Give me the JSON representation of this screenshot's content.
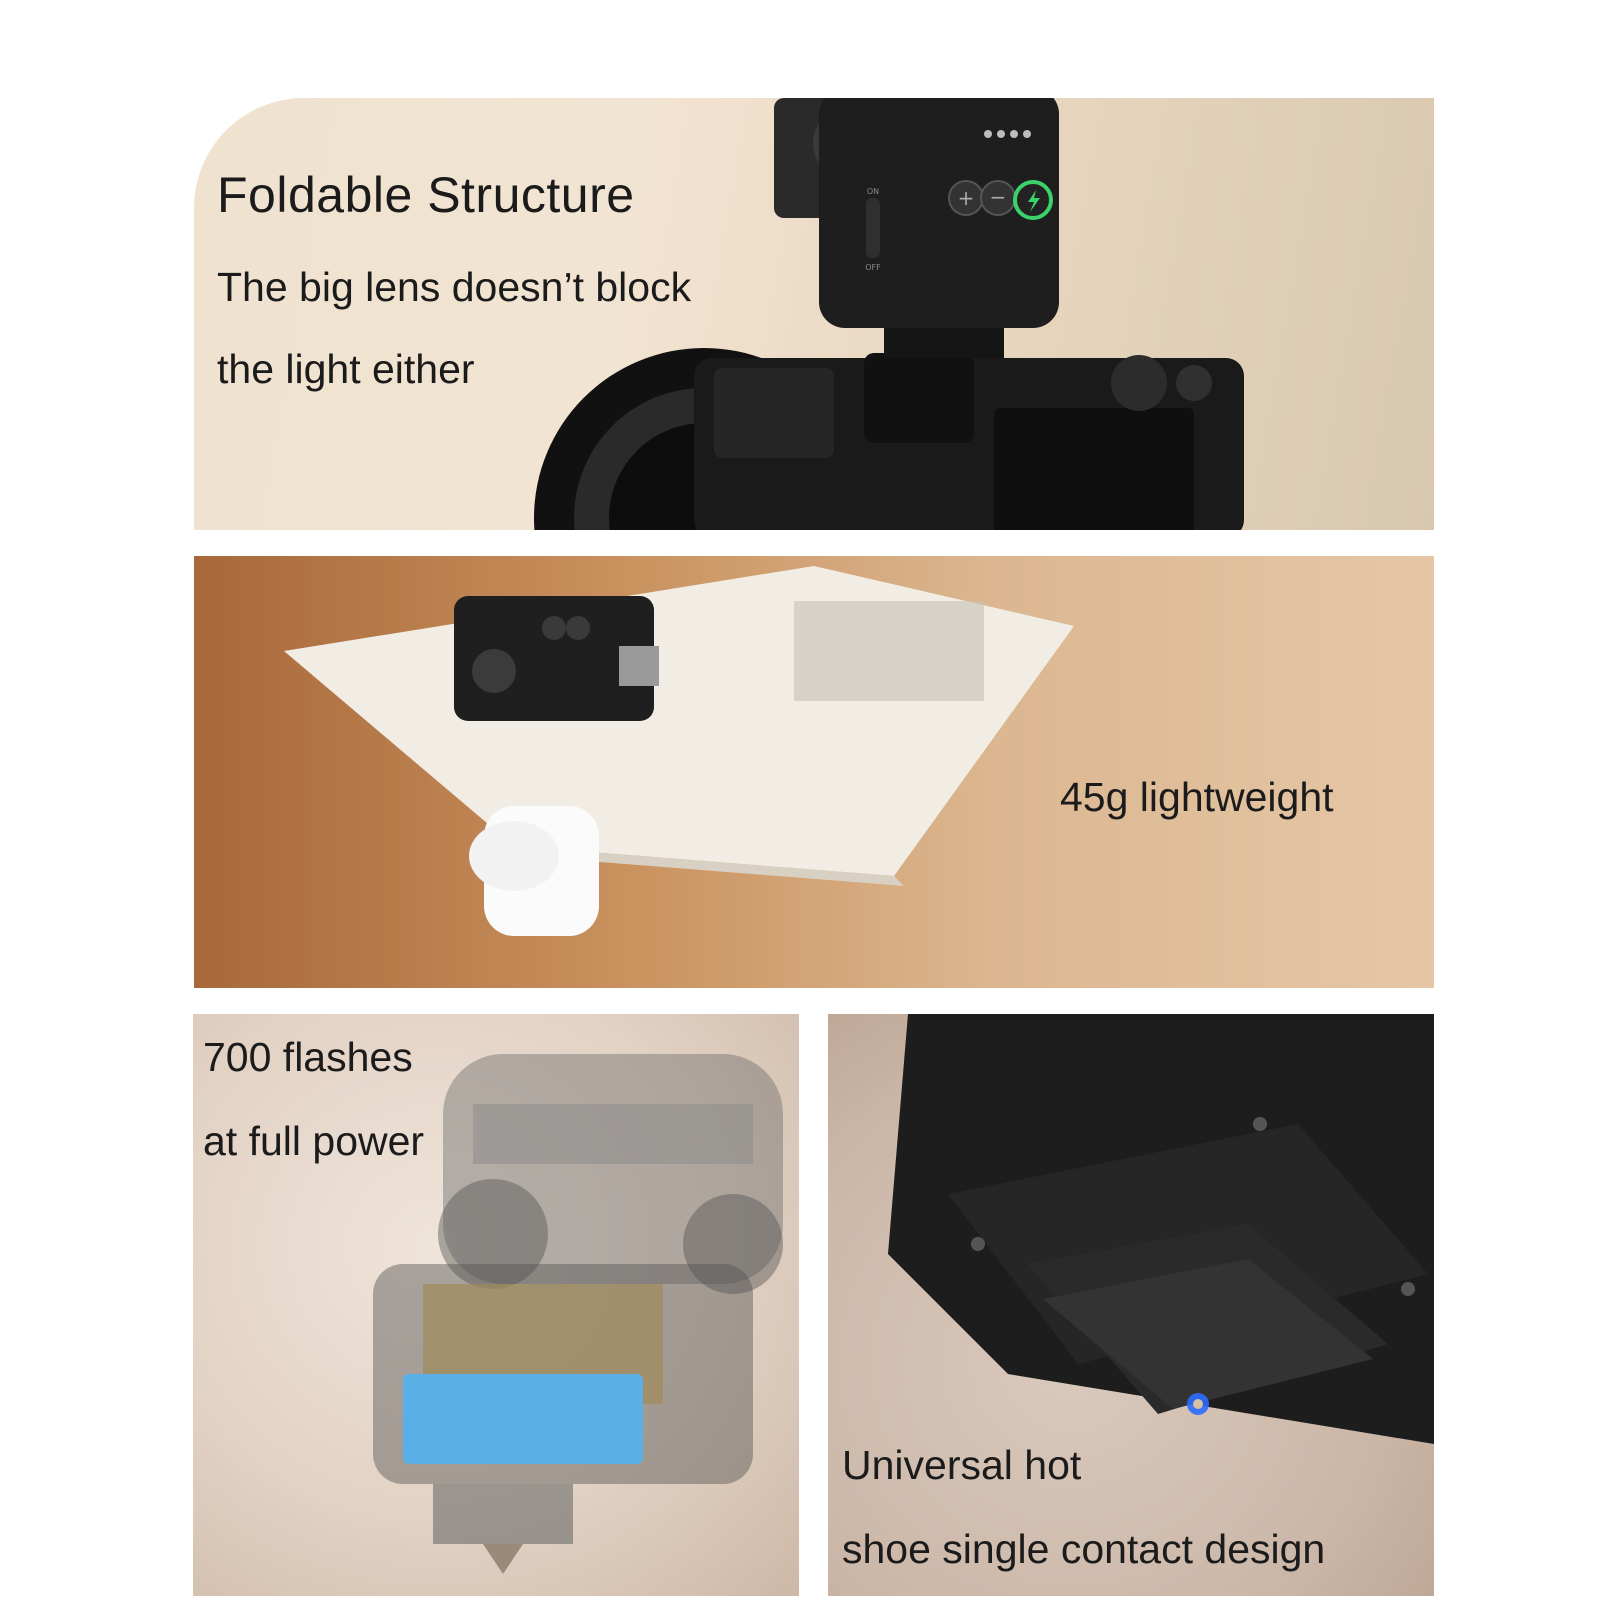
{
  "panel1": {
    "title": "Foldable Structure",
    "line1": "The big lens doesn’t block",
    "line2": "the light either"
  },
  "panel2": {
    "caption": "45g lightweight"
  },
  "panel3": {
    "line1": "700 flashes",
    "line2": "at full power"
  },
  "panel4": {
    "line1": "Universal hot",
    "line2": "shoe single contact design"
  },
  "device_labels": {
    "switch_on": "ON",
    "switch_off": "OFF"
  },
  "colors": {
    "device_body": "#1e1e1e",
    "power_button_ring": "#3ad26b",
    "contact_glow": "#2b6cff"
  }
}
